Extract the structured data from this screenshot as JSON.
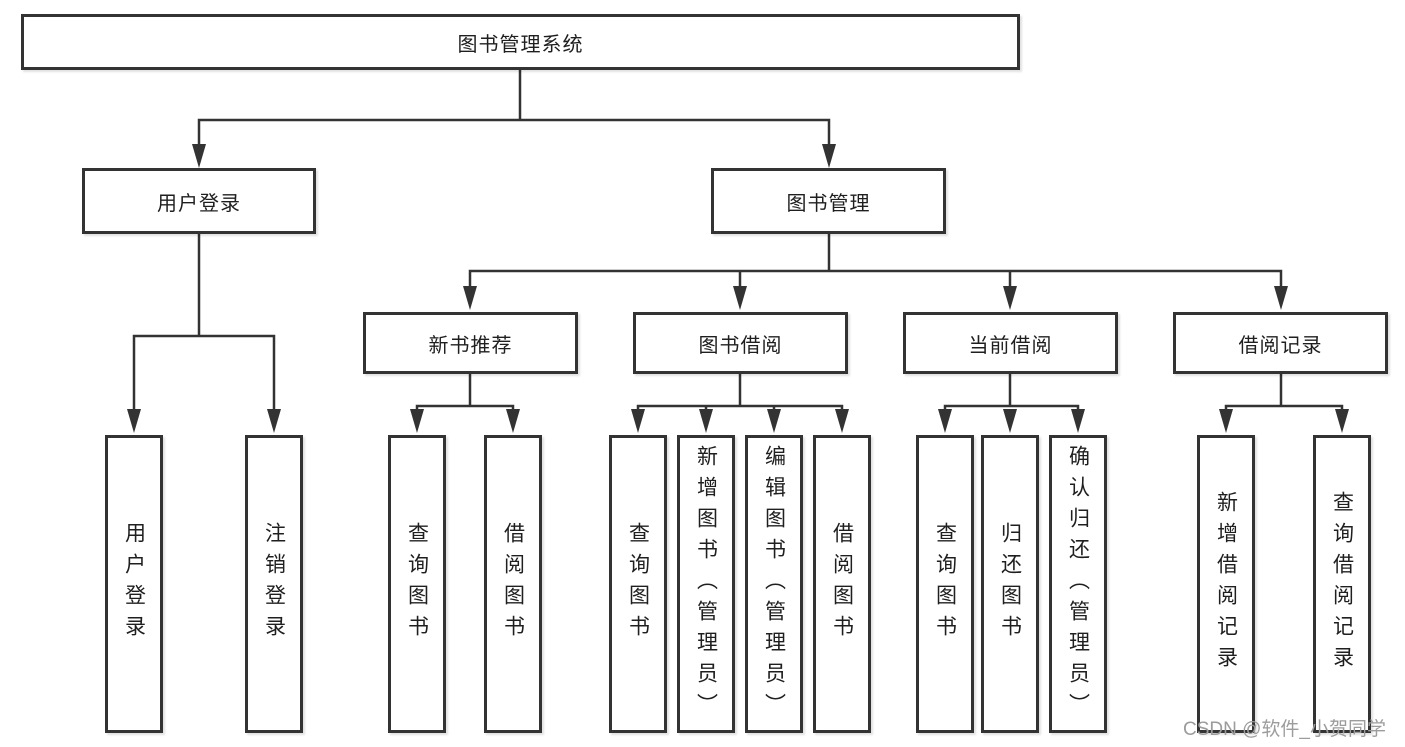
{
  "tree": {
    "root": {
      "label": "图书管理系统"
    },
    "children": [
      {
        "label": "用户登录",
        "children": [
          {
            "label": "用户登录"
          },
          {
            "label": "注销登录"
          }
        ]
      },
      {
        "label": "图书管理",
        "children": [
          {
            "label": "新书推荐",
            "children": [
              {
                "label": "查询图书"
              },
              {
                "label": "借阅图书"
              }
            ]
          },
          {
            "label": "图书借阅",
            "children": [
              {
                "label": "查询图书"
              },
              {
                "label": "新增图书（管理员）"
              },
              {
                "label": "编辑图书（管理员）"
              },
              {
                "label": "借阅图书"
              }
            ]
          },
          {
            "label": "当前借阅",
            "children": [
              {
                "label": "查询图书"
              },
              {
                "label": "归还图书"
              },
              {
                "label": "确认归还（管理员）"
              }
            ]
          },
          {
            "label": "借阅记录",
            "children": [
              {
                "label": "新增借阅记录"
              },
              {
                "label": "查询借阅记录"
              }
            ]
          }
        ]
      }
    ]
  },
  "watermark": {
    "text": "CSDN @软件_小贺同学",
    "color": "#9c9c9c"
  },
  "style": {
    "line_color": "#333333",
    "box_fill": "#ffffff",
    "text_color": "#1f1f1f",
    "background": "#ffffff"
  }
}
